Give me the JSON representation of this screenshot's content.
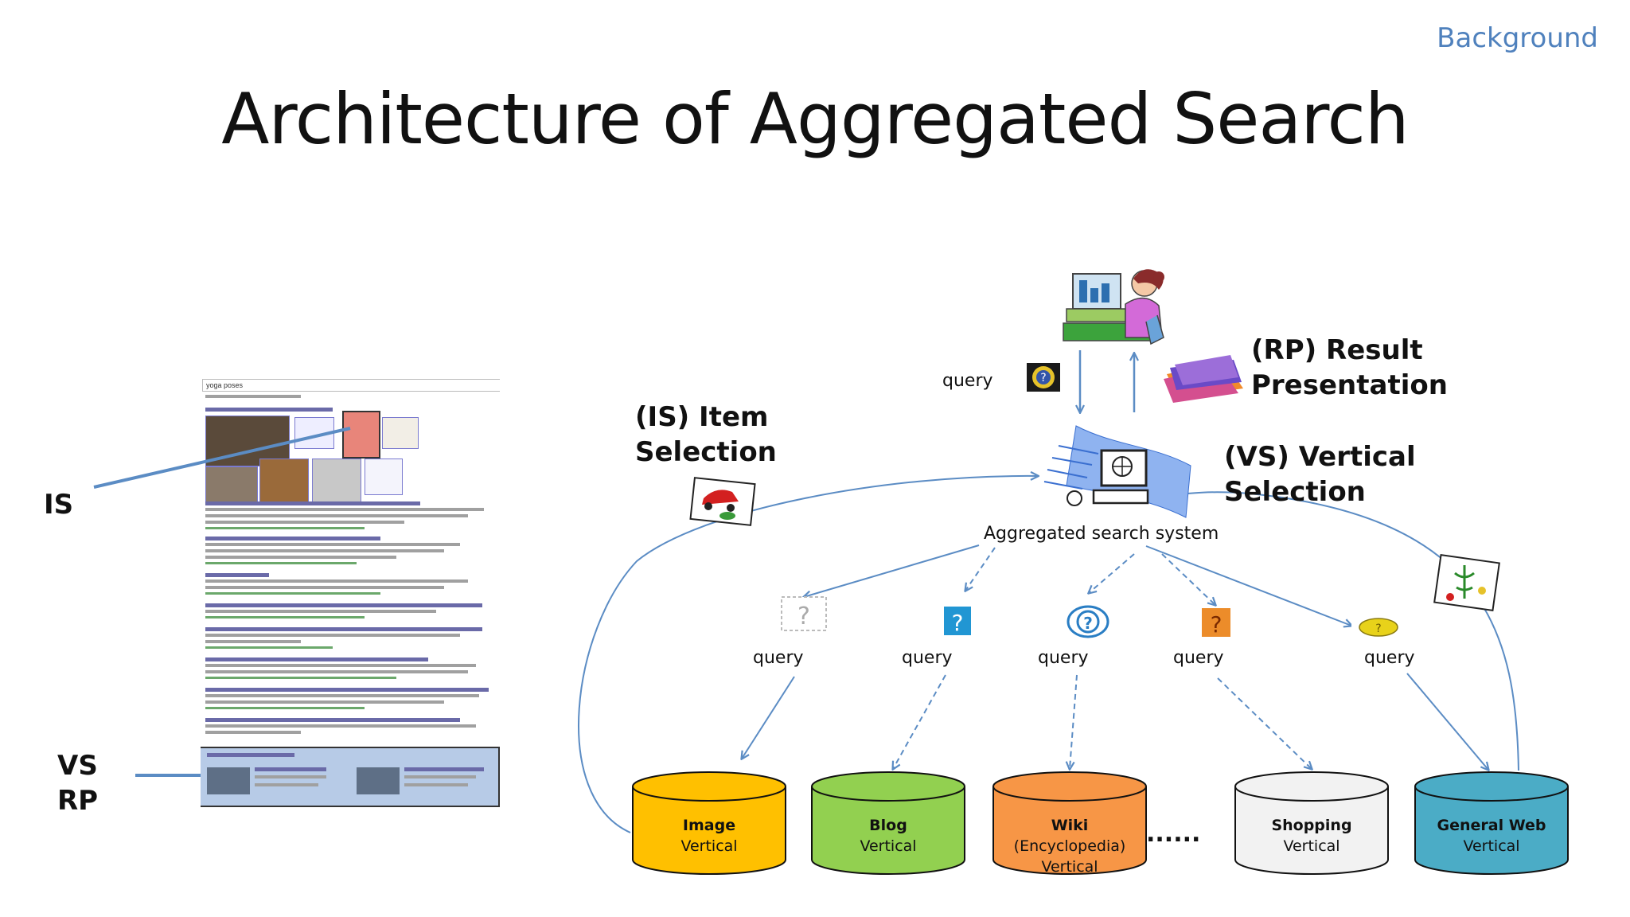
{
  "header": {
    "tag": "Background",
    "title": "Architecture of Aggregated Search"
  },
  "screenshot": {
    "query": "yoga poses",
    "side_labels": {
      "is": "IS",
      "vs": "VS",
      "rp": "RP"
    }
  },
  "labels": {
    "is_item_selection": [
      "(IS) Item",
      "Selection"
    ],
    "rp_result_presentation": [
      "(RP) Result",
      "Presentation"
    ],
    "vs_vertical_selection": [
      "(VS) Vertical",
      "Selection"
    ],
    "system": "Aggregated search system",
    "top_query": "query",
    "vertical_queries": [
      "query",
      "query",
      "query",
      "query",
      "query"
    ],
    "ellipsis": "......"
  },
  "verticals": [
    {
      "name": "Image",
      "sub": "Vertical",
      "color": "#ffc000"
    },
    {
      "name": "Blog",
      "sub": "Vertical",
      "color": "#92d050"
    },
    {
      "name": "Wiki",
      "sub": "(Encyclopedia)",
      "sub2": "Vertical",
      "color": "#f79646"
    },
    {
      "name": "Shopping",
      "sub": "Vertical",
      "color": "#f2f2f2"
    },
    {
      "name": "General Web",
      "sub": "Vertical",
      "color": "#4bacc6"
    }
  ],
  "colors": {
    "arrow": "#5b8cc4",
    "accent": "#4f81bd"
  }
}
